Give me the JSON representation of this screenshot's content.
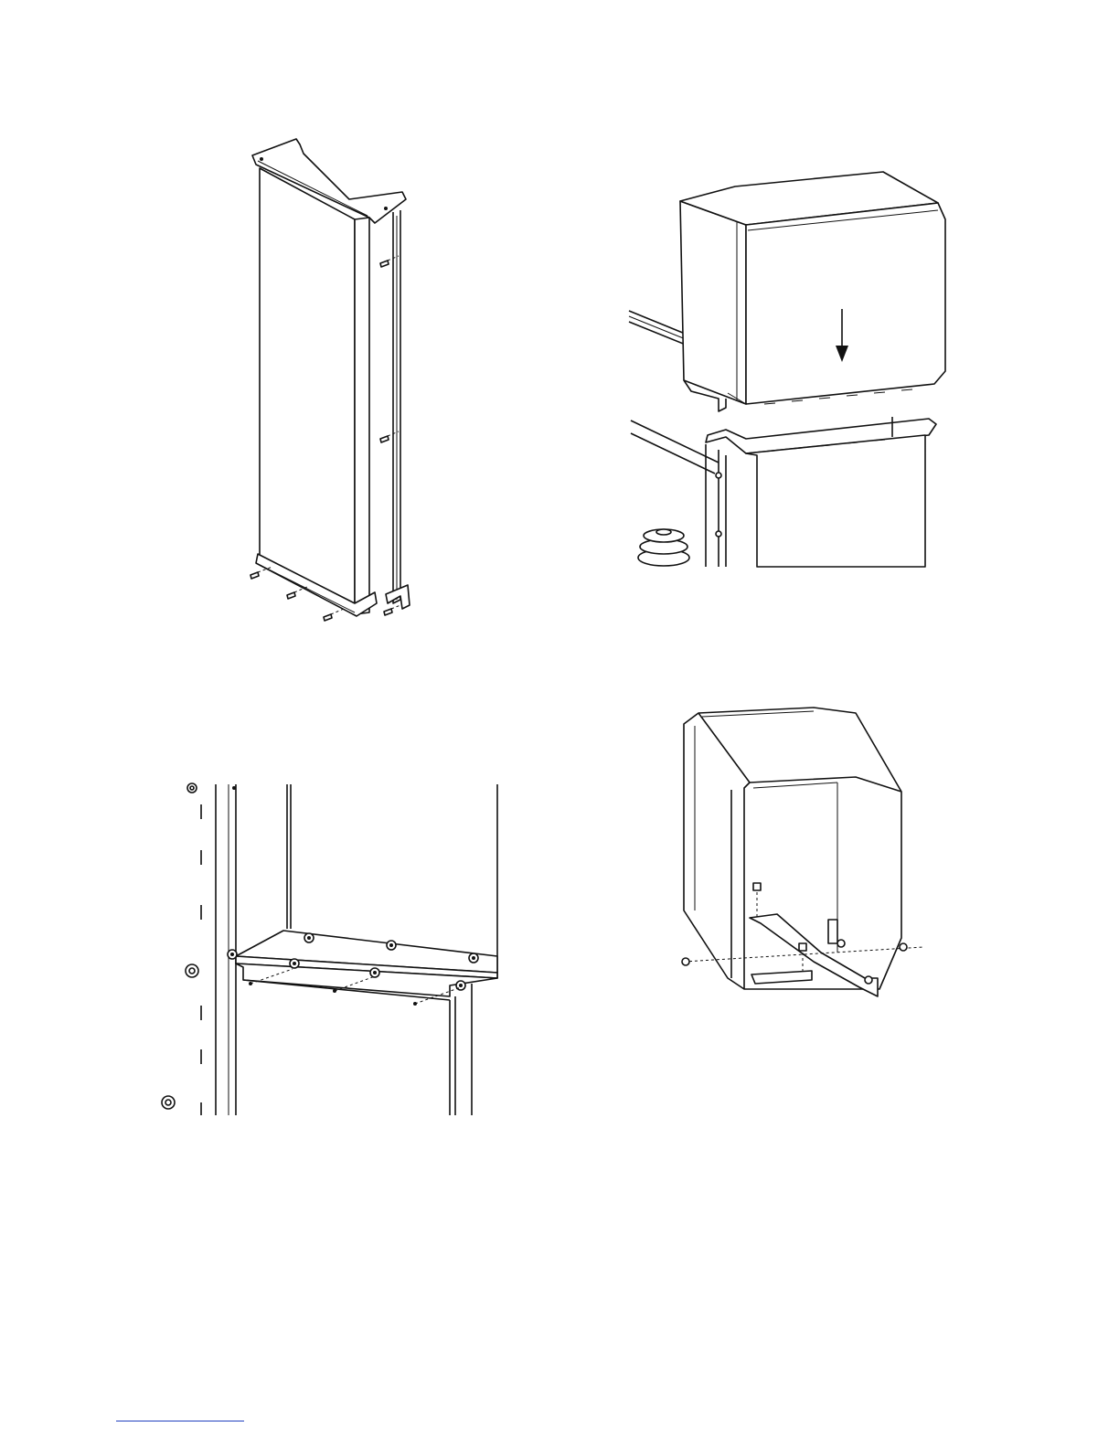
{
  "page": {
    "figures": [
      {
        "description_icon": "side-panel-assembly-drawing"
      },
      {
        "description_icon": "top-cover-install-drawing"
      },
      {
        "description_icon": "bracket-fastening-drawing"
      },
      {
        "description_icon": "enclosure-hood-drawing"
      }
    ],
    "footer": {
      "rule_color": "#1f3fbf"
    }
  }
}
